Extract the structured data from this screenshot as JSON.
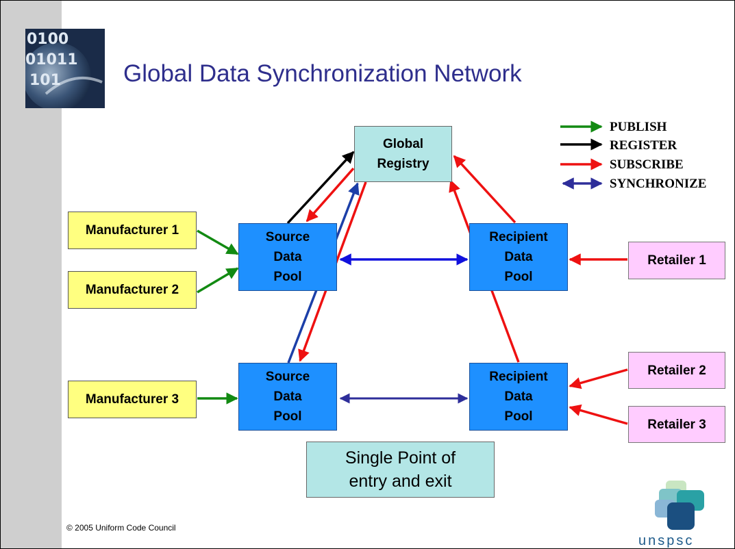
{
  "title": "Global Data Synchronization Network",
  "nodes": {
    "global_registry": "Global\nRegistry",
    "manufacturer_1": "Manufacturer 1",
    "manufacturer_2": "Manufacturer 2",
    "manufacturer_3": "Manufacturer 3",
    "source_pool_top": "Source\nData\nPool",
    "source_pool_bottom": "Source\nData\nPool",
    "recipient_pool_top": "Recipient\nData\nPool",
    "recipient_pool_bottom": "Recipient\nData\nPool",
    "retailer_1": "Retailer 1",
    "retailer_2": "Retailer 2",
    "retailer_3": "Retailer 3",
    "note": "Single Point of\nentry and exit"
  },
  "legend": [
    {
      "label": "PUBLISH",
      "color": "#128a12"
    },
    {
      "label": "REGISTER",
      "color": "#000000"
    },
    {
      "label": "SUBSCRIBE",
      "color": "#ee1111"
    },
    {
      "label": "SYNCHRONIZE",
      "color": "#2e2e9a"
    }
  ],
  "colors": {
    "publish": "#128a12",
    "register": "#000000",
    "subscribe": "#ee1111",
    "synchronize": "#2e2e9a",
    "synchronize_bright": "#1111dd"
  },
  "footer": {
    "copyright": "© 2005 Uniform Code Council",
    "brand": "unspsc"
  }
}
